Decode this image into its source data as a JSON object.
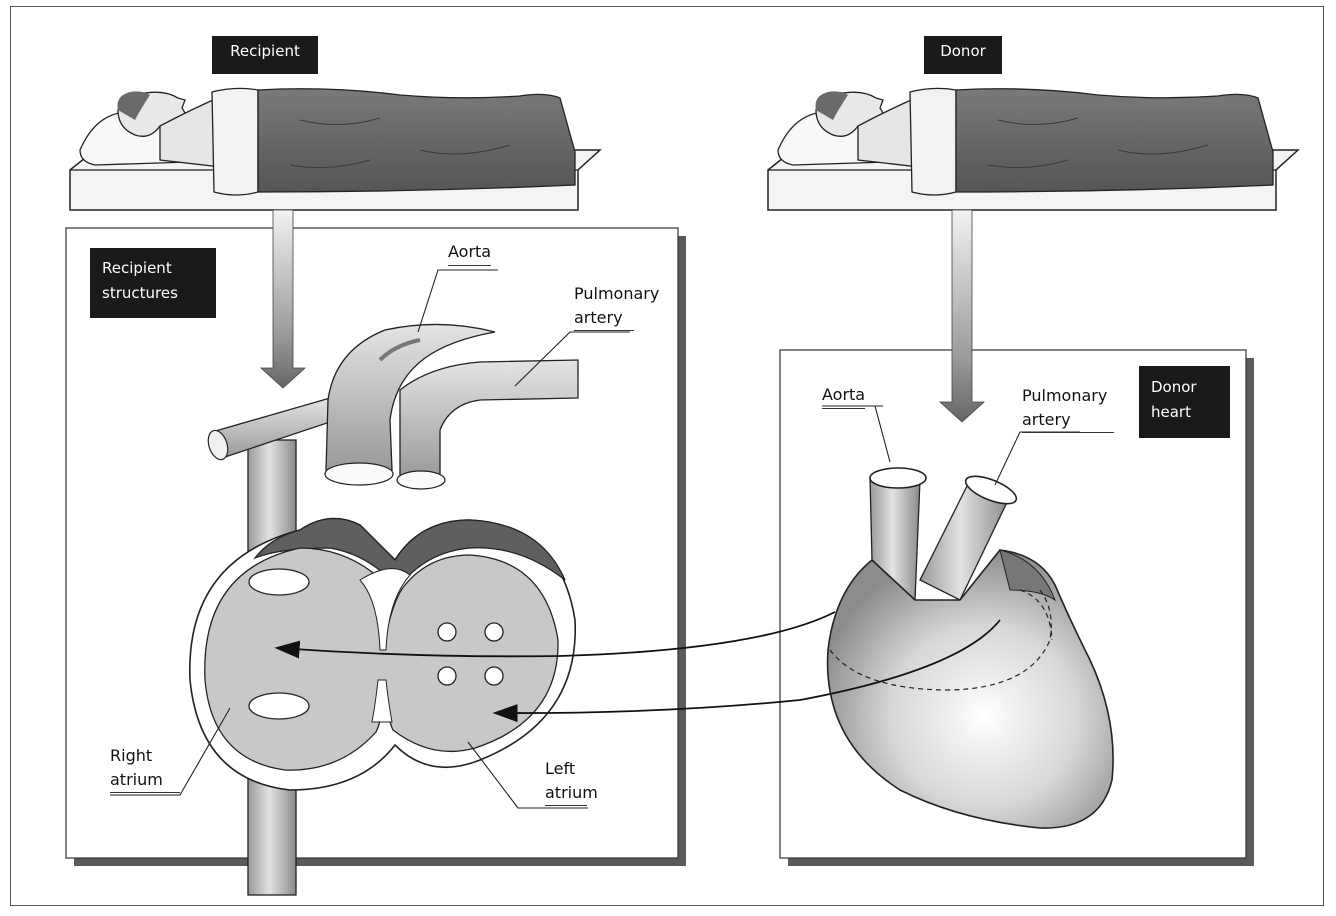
{
  "recipient": {
    "tag": "Recipient",
    "panel_tag": "Recipient\nstructures",
    "labels": {
      "aorta": "Aorta",
      "pulmonary_artery": "Pulmonary\nartery",
      "right_atrium": "Right\natrium",
      "left_atrium": "Left\natrium"
    }
  },
  "donor": {
    "tag": "Donor",
    "panel_tag": "Donor\nheart",
    "labels": {
      "aorta": "Aorta",
      "pulmonary_artery": "Pulmonary\nartery"
    }
  },
  "colors": {
    "tag_bg": "#1a1a1a",
    "tissue": "#c9c9c9",
    "shadow": "#555555",
    "blanket": "#6e6e6e"
  }
}
